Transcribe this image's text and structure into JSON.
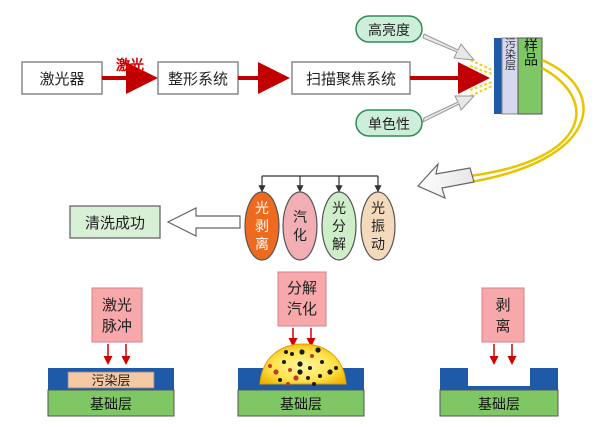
{
  "pipeline": {
    "laser": "激光器",
    "beam_label": "激光",
    "shaping": "整形系统",
    "scan_focus": "扫描聚焦系统",
    "high_brightness": "高亮度",
    "monochromatic": "单色性",
    "sample": "样品",
    "contamination": "污染层"
  },
  "mechanisms": {
    "items": [
      {
        "label": "光剥离",
        "color": "#ee6a1e"
      },
      {
        "label": "汽化",
        "color": "#f1aeb4"
      },
      {
        "label": "光分解",
        "color": "#cdeec8"
      },
      {
        "label": "光振动",
        "color": "#f4d9bc"
      }
    ],
    "result": "清洗成功"
  },
  "stages": {
    "pulse": "激光脉冲",
    "decompose": "分解汽化",
    "strip": "剥离",
    "contamination": "污染层",
    "substrate": "基础层"
  },
  "colors": {
    "box_border": "#888888",
    "green_box": "#d8f0d6",
    "pink_box": "#f7a8ab",
    "red_arrow": "#c00000",
    "substrate": "#7fc765",
    "base_blue": "#1f5aa8",
    "contam_fill": "#f4c9a3",
    "bubble_pill": "#cdeed8"
  }
}
